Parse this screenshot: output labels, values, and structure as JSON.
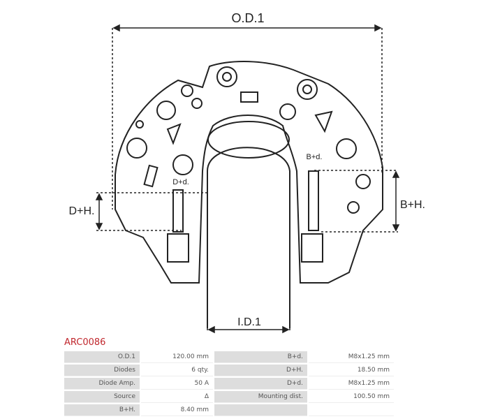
{
  "drawing": {
    "od": "O.D.1",
    "id": "I.D.1",
    "dh": "D+H.",
    "dd": "D+d.",
    "bd": "B+d.",
    "bh": "B+H."
  },
  "part_code": "ARC0086",
  "specs": [
    {
      "l1": "O.D.1",
      "v1": "120.00 mm",
      "l2": "B+d.",
      "v2": "M8x1.25 mm"
    },
    {
      "l1": "Diodes",
      "v1": "6 qty.",
      "l2": "D+H.",
      "v2": "18.50 mm"
    },
    {
      "l1": "Diode Amp.",
      "v1": "50 A",
      "l2": "D+d.",
      "v2": "M8x1.25 mm"
    },
    {
      "l1": "Source",
      "v1": "Δ",
      "l2": "Mounting dist.",
      "v2": "100.50 mm"
    },
    {
      "l1": "B+H.",
      "v1": "8.40 mm",
      "l2": "",
      "v2": ""
    }
  ]
}
